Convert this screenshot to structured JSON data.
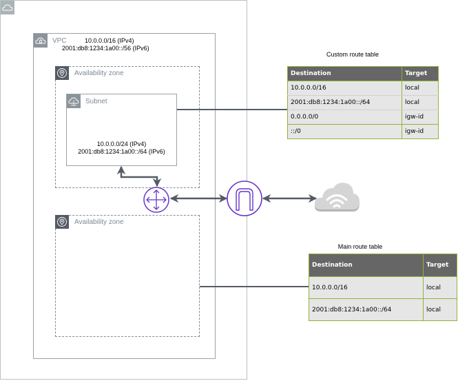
{
  "diagram": {
    "aws_cloud": {
      "icon": "cloud-icon"
    },
    "vpc": {
      "label": "VPC",
      "icon": "vpc-cloud-lock-icon",
      "ipv4_cidr": "10.0.0.0/16 (IPv4)",
      "ipv6_cidr": "2001:db8:1234:1a00::/56 (IPv6)"
    },
    "availability_zones": [
      {
        "label": "Availability zone",
        "icon": "location-pin-icon"
      },
      {
        "label": "Availability zone",
        "icon": "location-pin-icon"
      }
    ],
    "subnet": {
      "label": "Subnet",
      "icon": "subnet-cloud-icon",
      "ipv4_cidr": "10.0.0.0/24 (IPv4)",
      "ipv6_cidr": "2001:db8:1234:1a00::/64 (IPv6)"
    },
    "router": {
      "icon": "router-icon"
    },
    "internet_gateway": {
      "icon": "internet-gateway-icon"
    },
    "internet": {
      "icon": "internet-cloud-wifi-icon"
    },
    "colors": {
      "accent_purple": "#6633cc",
      "connector": "#545b64",
      "table_header": "#666666",
      "table_border": "#8fb33a",
      "table_cell": "#e6e6e6"
    }
  },
  "custom_route_table": {
    "title": "Custom route table",
    "headers": [
      "Destination",
      "Target"
    ],
    "rows": [
      [
        "10.0.0.0/16",
        "local"
      ],
      [
        "2001:db8:1234:1a00::/64",
        "local"
      ],
      [
        "0.0.0.0/0",
        "igw-id"
      ],
      [
        "::/0",
        "igw-id"
      ]
    ]
  },
  "main_route_table": {
    "title": "Main route table",
    "headers": [
      "Destination",
      "Target"
    ],
    "rows": [
      [
        "10.0.0.0/16",
        "local"
      ],
      [
        "2001:db8:1234:1a00::/64",
        "local"
      ]
    ]
  }
}
